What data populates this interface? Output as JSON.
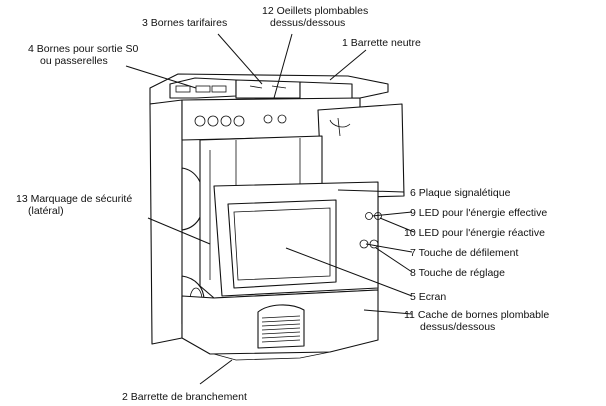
{
  "callouts": {
    "c1": {
      "label": "1  Barrette neutre"
    },
    "c2": {
      "label": "2  Barrette de branchement"
    },
    "c3": {
      "label": "3  Bornes tarifaires"
    },
    "c4": {
      "label": [
        "4  Bornes pour sortie S0",
        "ou passerelles"
      ]
    },
    "c5": {
      "label": "5  Ecran"
    },
    "c6": {
      "label": "6  Plaque signalétique"
    },
    "c7": {
      "label": "7  Touche de défilement"
    },
    "c8": {
      "label": "8  Touche de réglage"
    },
    "c9": {
      "label": "9  LED pour l'énergie effective"
    },
    "c10": {
      "label": "10  LED pour l'énergie réactive"
    },
    "c11": {
      "label": [
        "11  Cache de bornes plombable",
        "dessus/dessous"
      ]
    },
    "c12": {
      "label": [
        "12  Oeillets plombables",
        "dessus/dessous"
      ]
    },
    "c13": {
      "label": [
        "13  Marquage de sécurité",
        "(latéral)"
      ]
    }
  }
}
